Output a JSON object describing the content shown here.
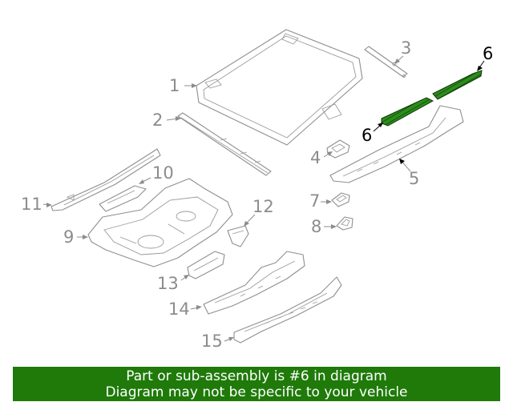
{
  "callouts": {
    "c1": "1",
    "c2": "2",
    "c3": "3",
    "c4": "4",
    "c5": "5",
    "c6a": "6",
    "c6b": "6",
    "c7": "7",
    "c8": "8",
    "c9": "9",
    "c10": "10",
    "c11": "11",
    "c12": "12",
    "c13": "13",
    "c14": "14",
    "c15": "15"
  },
  "highlight_color": "#2e8b1e",
  "banner": {
    "line1": "Part or sub-assembly is #6 in diagram",
    "line2": "Diagram may not be specific to your vehicle",
    "background": "#1f7a0a"
  }
}
